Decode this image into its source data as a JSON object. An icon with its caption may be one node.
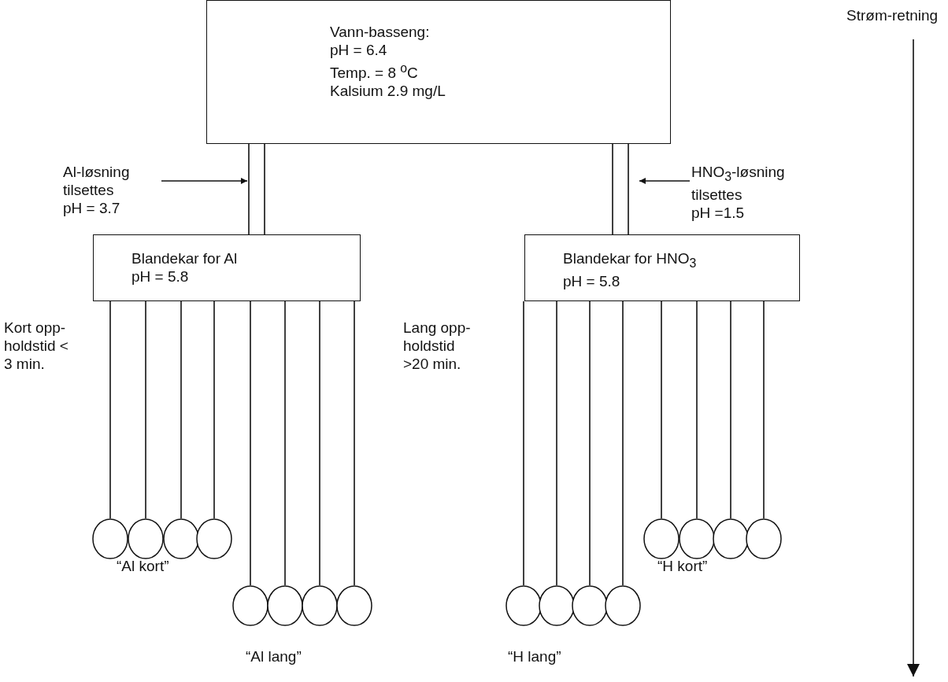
{
  "diagram": {
    "nodes": [
      {
        "text": [
          "Vann-basseng:",
          "pH = 6.4",
          "Temp. = 8 $^{o}$C",
          "Kalsium 2.9 mg/L"
        ]
      },
      {
        "text": [
          "Al-løsning",
          "tilsettes",
          "pH = 3.7"
        ]
      },
      {
        "text": [
          "HNO$_{3}$-løsning",
          "tilsettes",
          "pH =1.5"
        ]
      },
      {
        "text": [
          "Blandekar for Al",
          "pH = 5.8"
        ]
      },
      {
        "text": [
          "Blandekar for HNO$_{3}$",
          "pH = 5.8"
        ]
      },
      {
        "text": [],
        "shape": "circle"
      },
      {
        "text": [],
        "shape": "circle"
      },
      {
        "text": [],
        "shape": "circle"
      },
      {
        "text": [],
        "shape": "circle"
      },
      {
        "text": [],
        "shape": "circle"
      },
      {
        "text": [],
        "shape": "circle"
      },
      {
        "text": [],
        "shape": "circle"
      },
      {
        "text": [],
        "shape": "circle"
      },
      {
        "text": [],
        "shape": "circle"
      },
      {
        "text": [],
        "shape": "circle"
      },
      {
        "text": [],
        "shape": "circle"
      },
      {
        "text": [],
        "shape": "circle"
      },
      {
        "text": [],
        "shape": "circle"
      },
      {
        "text": [],
        "shape": "circle"
      },
      {
        "text": [],
        "shape": "circle"
      },
      {
        "text": [],
        "shape": "circle"
      }
    ],
    "edges": [
      {
        "from": 0,
        "to": 3,
        "arrow": "none"
      },
      {
        "from": 0,
        "to": 4,
        "arrow": "none"
      },
      {
        "from": 1,
        "to": null,
        "arrow": "to"
      },
      {
        "from": 2,
        "to": null,
        "arrow": "to"
      },
      {
        "from": 3,
        "to": 5,
        "arrow": "none"
      },
      {
        "from": 3,
        "to": 6,
        "arrow": "none"
      },
      {
        "from": 3,
        "to": 7,
        "arrow": "none"
      },
      {
        "from": 3,
        "to": 8,
        "arrow": "none"
      },
      {
        "from": 3,
        "to": 9,
        "arrow": "none"
      },
      {
        "from": 3,
        "to": 10,
        "arrow": "none"
      },
      {
        "from": 3,
        "to": 11,
        "arrow": "none"
      },
      {
        "from": 3,
        "to": 12,
        "arrow": "none"
      },
      {
        "from": 4,
        "to": 13,
        "arrow": "none"
      },
      {
        "from": 4,
        "to": 14,
        "arrow": "none"
      },
      {
        "from": 4,
        "to": 15,
        "arrow": "none"
      },
      {
        "from": 4,
        "to": 16,
        "arrow": "none"
      },
      {
        "from": 4,
        "to": 17,
        "arrow": "none"
      },
      {
        "from": 4,
        "to": 18,
        "arrow": "none"
      },
      {
        "from": 4,
        "to": 19,
        "arrow": "none"
      },
      {
        "from": 4,
        "to": 20,
        "arrow": "none"
      }
    ],
    "labels": [
      "Strøm-retning",
      "Kort opp- holdstid < 3 min.",
      "Lang opp- holdstid >20 min.",
      "“Al kort”",
      "“H kort”",
      "“Al lang”",
      "“H lang”"
    ]
  }
}
